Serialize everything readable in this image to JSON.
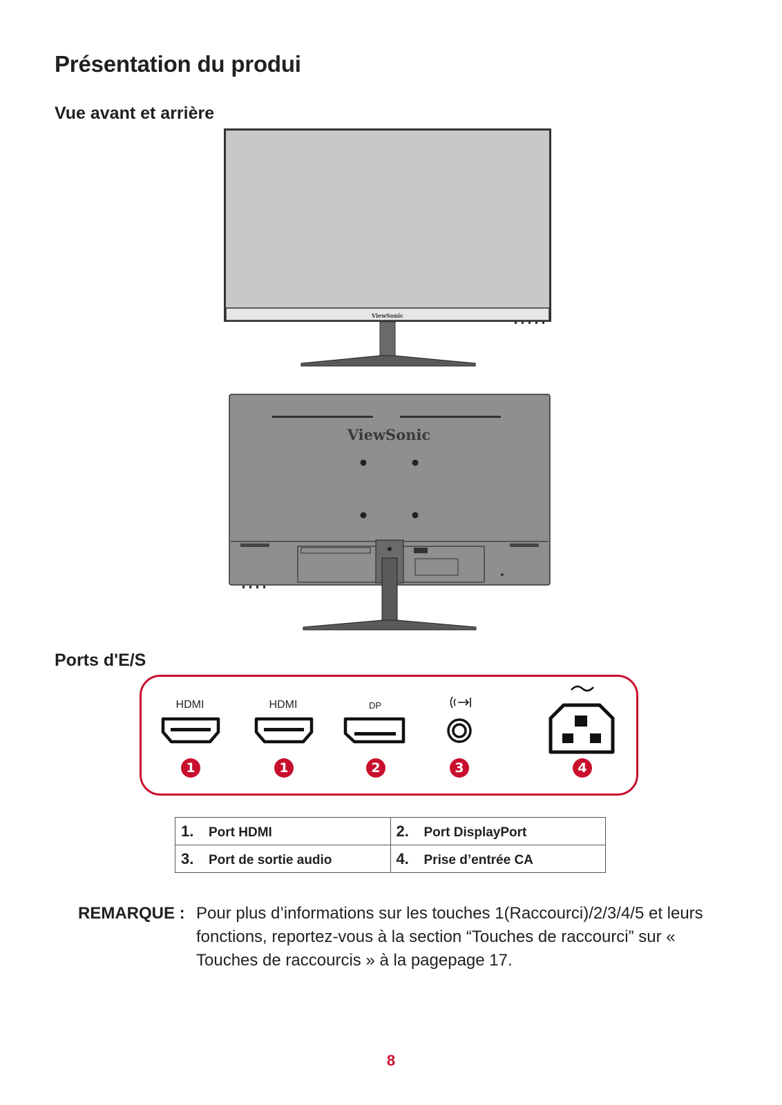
{
  "page": {
    "title": "Présentation du produi",
    "section_front_back": "Vue avant et arrière",
    "section_ports": "Ports d'E/S",
    "page_number": "8"
  },
  "figures": {
    "front_logo": "ViewSonic",
    "back_logo": "ViewSonic"
  },
  "ports": [
    {
      "label": "HDMI",
      "badge": "1",
      "icon": "hdmi-port-icon"
    },
    {
      "label": "HDMI",
      "badge": "1",
      "icon": "hdmi-port-icon"
    },
    {
      "label": "DP",
      "badge": "2",
      "icon": "displayport-icon"
    },
    {
      "label": "",
      "badge": "3",
      "icon": "audio-out-icon"
    },
    {
      "label": "",
      "badge": "4",
      "icon": "ac-power-inlet-icon"
    }
  ],
  "legend": {
    "rows": [
      [
        {
          "num": "1.",
          "text": "Port HDMI"
        },
        {
          "num": "2.",
          "text": "Port DisplayPort"
        }
      ],
      [
        {
          "num": "3.",
          "text": "Port de sortie audio"
        },
        {
          "num": "4.",
          "text": "Prise d’entrée CA"
        }
      ]
    ]
  },
  "note": {
    "key": "REMARQUE :",
    "text": "Pour plus d’informations sur les touches 1(Raccourci)/2/3/4/5 et leurs fonctions, reportez-vous à la section “Touches de raccourci” sur « Touches de raccourcis » à la pagepage 17."
  },
  "colors": {
    "accent": "#c8102e",
    "screen": "#c8c8c8",
    "back_panel": "#8a8a8a",
    "stand": "#5a5a5a"
  }
}
